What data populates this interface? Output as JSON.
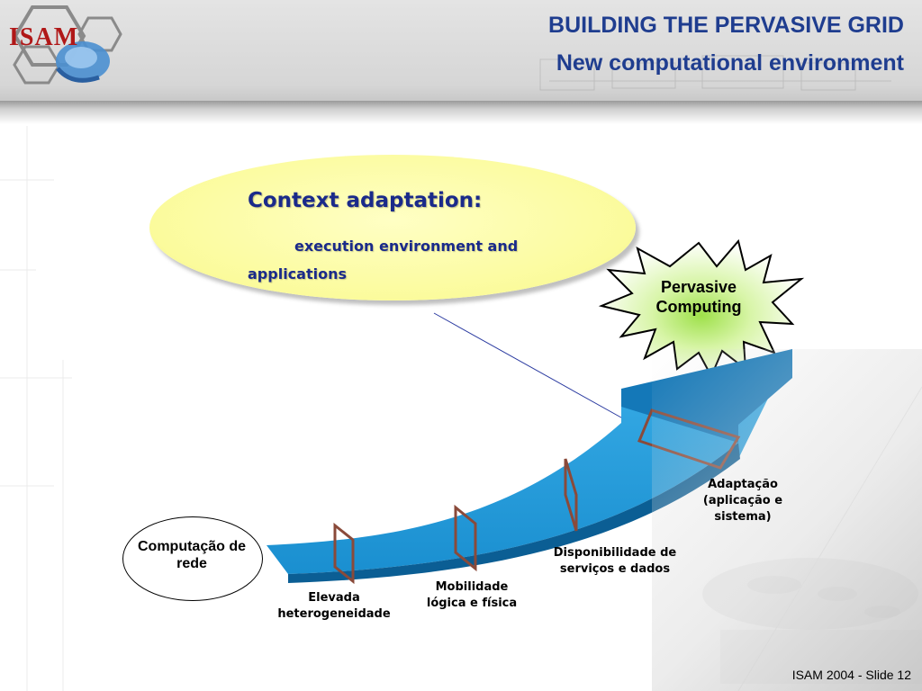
{
  "header": {
    "title": "BUILDING THE PERVASIVE GRID",
    "subtitle": "New computational environment",
    "logo_text": "ISAM"
  },
  "context": {
    "title": "Context adaptation:",
    "body": "execution environment and applications"
  },
  "burst": {
    "label": "Pervasive Computing"
  },
  "stages": {
    "network": "Computação de rede",
    "heterogeneity": "Elevada heterogeneidade",
    "mobility": "Mobilidade lógica e física",
    "availability": "Disponibilidade de serviços e dados",
    "adaptation": "Adaptação (aplicação  e sistema)"
  },
  "footer": {
    "text": "ISAM 2004 - Slide 12"
  },
  "colors": {
    "title": "#1f3d8f",
    "logo": "#b01818",
    "bubble": "#fbfb9c",
    "bubble_text": "#1a2a8a",
    "arrow": "#1a8fd0",
    "arrow_dark": "#0b5e94",
    "brackets": "#8a4a3a",
    "burst_glow": "#9ee04a"
  }
}
